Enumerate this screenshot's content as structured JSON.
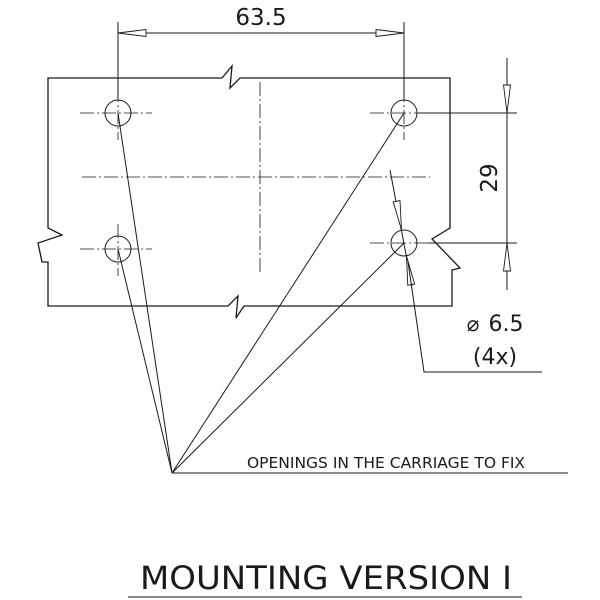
{
  "dimensions": {
    "horizontal_spacing": "63.5",
    "vertical_spacing": "29",
    "hole_diameter_symbol": "⌀",
    "hole_diameter": "6.5",
    "hole_count": "(4x)"
  },
  "callout": "OPENINGS IN THE CARRIAGE TO FIX",
  "caption": "MOUNTING VERSION I"
}
